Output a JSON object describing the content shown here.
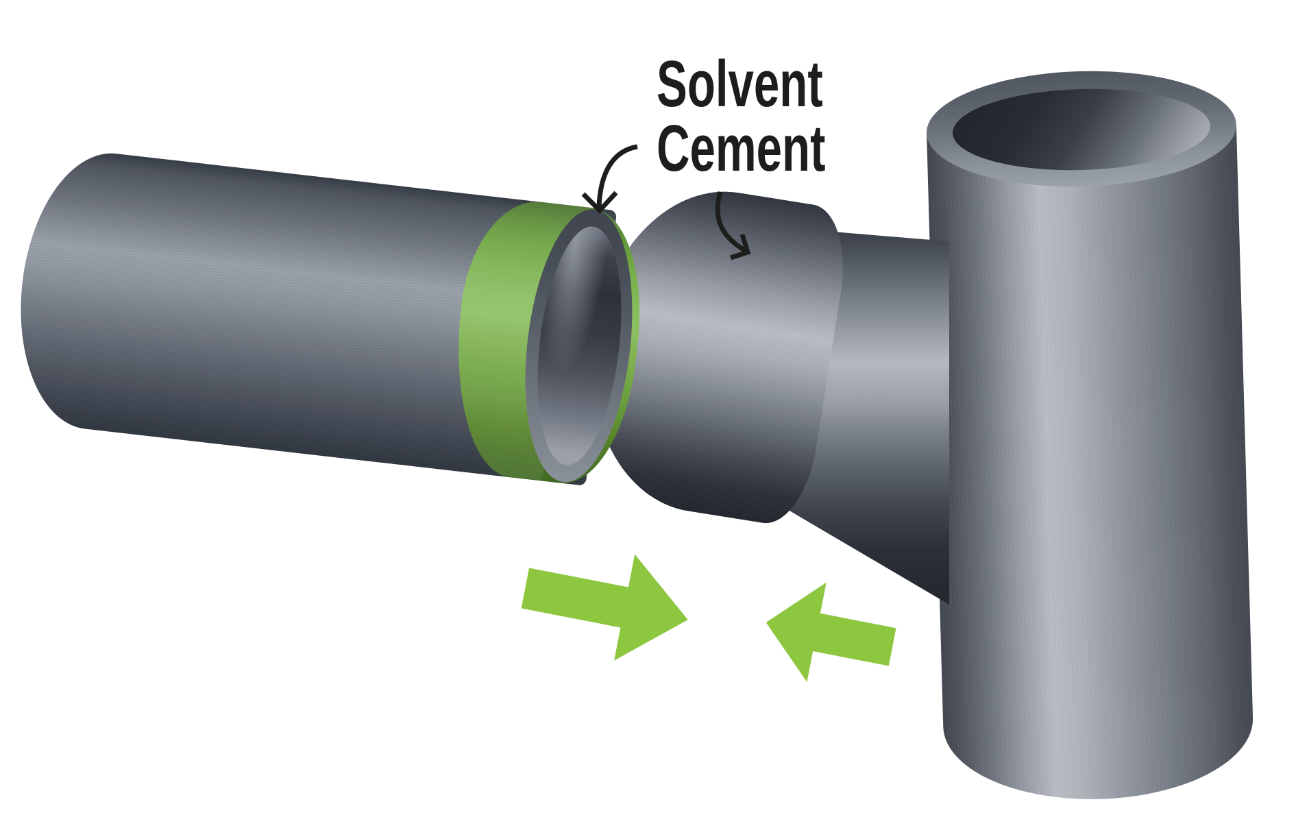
{
  "scene": {
    "background_color": "#ffffff",
    "label": {
      "line1": "Solvent",
      "line2": "Cement",
      "color": "#1d1d1b"
    },
    "parts": {
      "pipe": "pvc-pipe",
      "band": "solvent-cement-band",
      "socket": "fitting-socket",
      "fitting": "tee-fitting",
      "arrows": "push-together-arrows"
    },
    "icons": {
      "curved_arrow_to_pipe": "curved-arrow-to-pipe-icon",
      "curved_arrow_to_fitting": "curved-arrow-to-fitting-icon",
      "push_arrow_right": "push-arrow-right-icon",
      "push_arrow_left": "push-arrow-left-icon"
    },
    "colors": {
      "cement_band_green": "#6fa23f",
      "push_arrow_green": "#8dc63f",
      "pipe_gray_highlight": "#99a0aa",
      "fitting_gray_highlight": "#b9bdc4",
      "annotation_black": "#1d1d1b"
    }
  }
}
